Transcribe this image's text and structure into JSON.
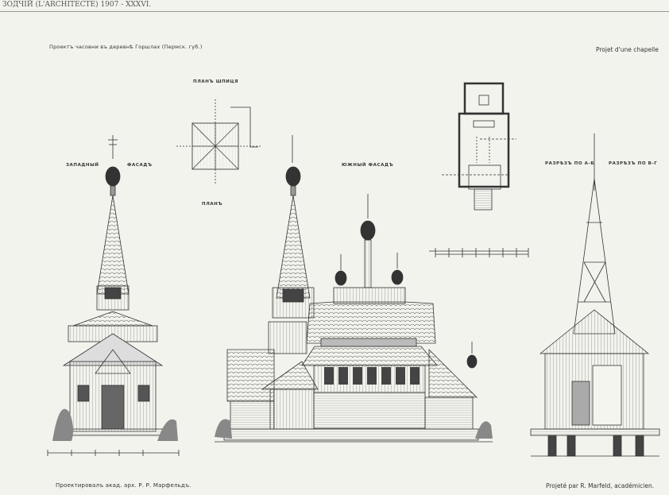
{
  "header": {
    "journal": "ЗОДЧІЙ (L'ARCHITECTE) 1907 - XXXVI.",
    "title_ru": "Проектъ часовни въ деревнѣ Горшлах (Пермск. губ.)",
    "title_fr": "Projet d'une chapelle"
  },
  "labels": {
    "west_facade_1": "ЗАПАДНЫЙ",
    "west_facade_2": "ФАСАДЪ",
    "south_facade": "ЮЖНЫЙ ФАСАДЪ",
    "upper_plan": "ПЛАНЪ ШПИЦЯ",
    "plan": "ПЛАНЪ",
    "section_ab": "РАЗРѢЗЪ ПО А-Б",
    "section_vg": "РАЗРѢЗЪ ПО В-Г"
  },
  "footer": {
    "author_ru": "Проектировалъ акад. арх. Р. Р. Марфельдъ.",
    "author_fr": "Projeté par R. Marfeld, académicien."
  }
}
